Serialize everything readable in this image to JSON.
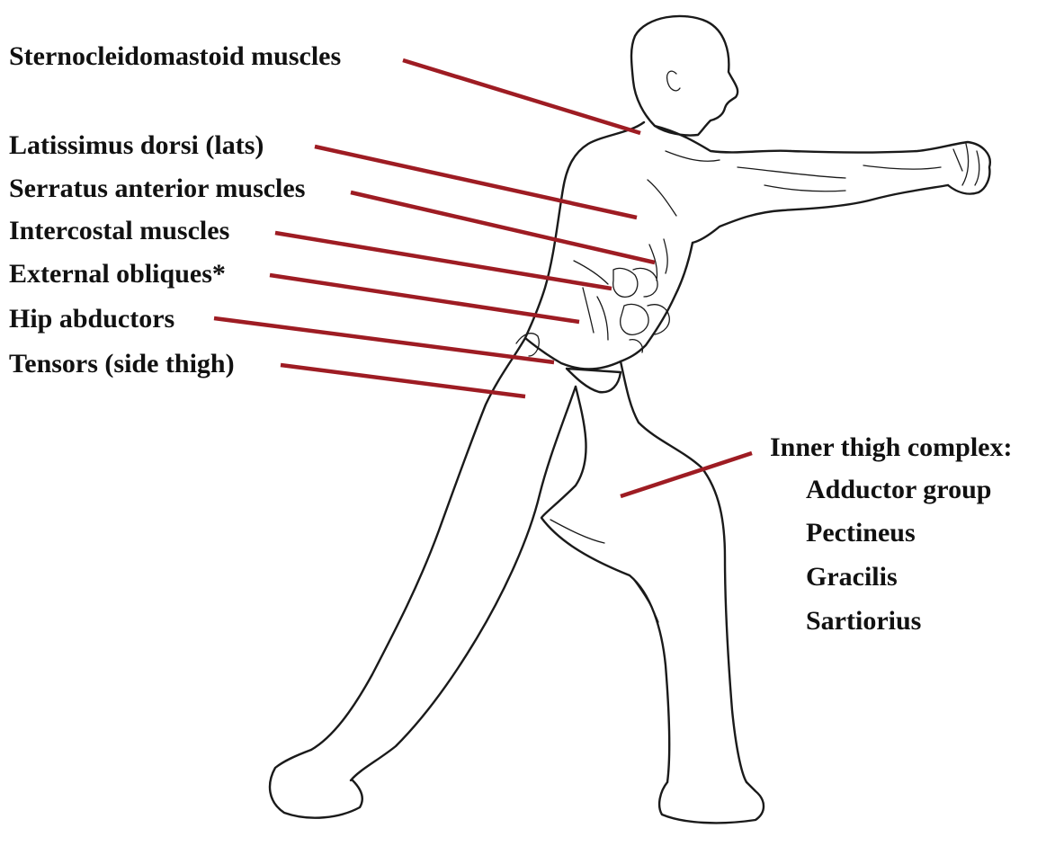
{
  "colors": {
    "leader": "#9e1c23",
    "ink": "#1a1a1a",
    "background": "#ffffff"
  },
  "labels": {
    "sternocleidomastoid": "Sternocleidomastoid muscles",
    "latissimus": "Latissimus dorsi (lats)",
    "serratus": "Serratus anterior muscles",
    "intercostal": "Intercostal muscles",
    "obliques": "External obliques*",
    "hip_abductors": "Hip abductors",
    "tensors": "Tensors (side thigh)",
    "inner_thigh_heading": "Inner thigh complex:",
    "inner_thigh_items": [
      "Adductor group",
      "Pectineus",
      "Gracilis",
      "Sartiorius"
    ]
  },
  "figure": {
    "icon": "side-view-human-figure-punching"
  }
}
